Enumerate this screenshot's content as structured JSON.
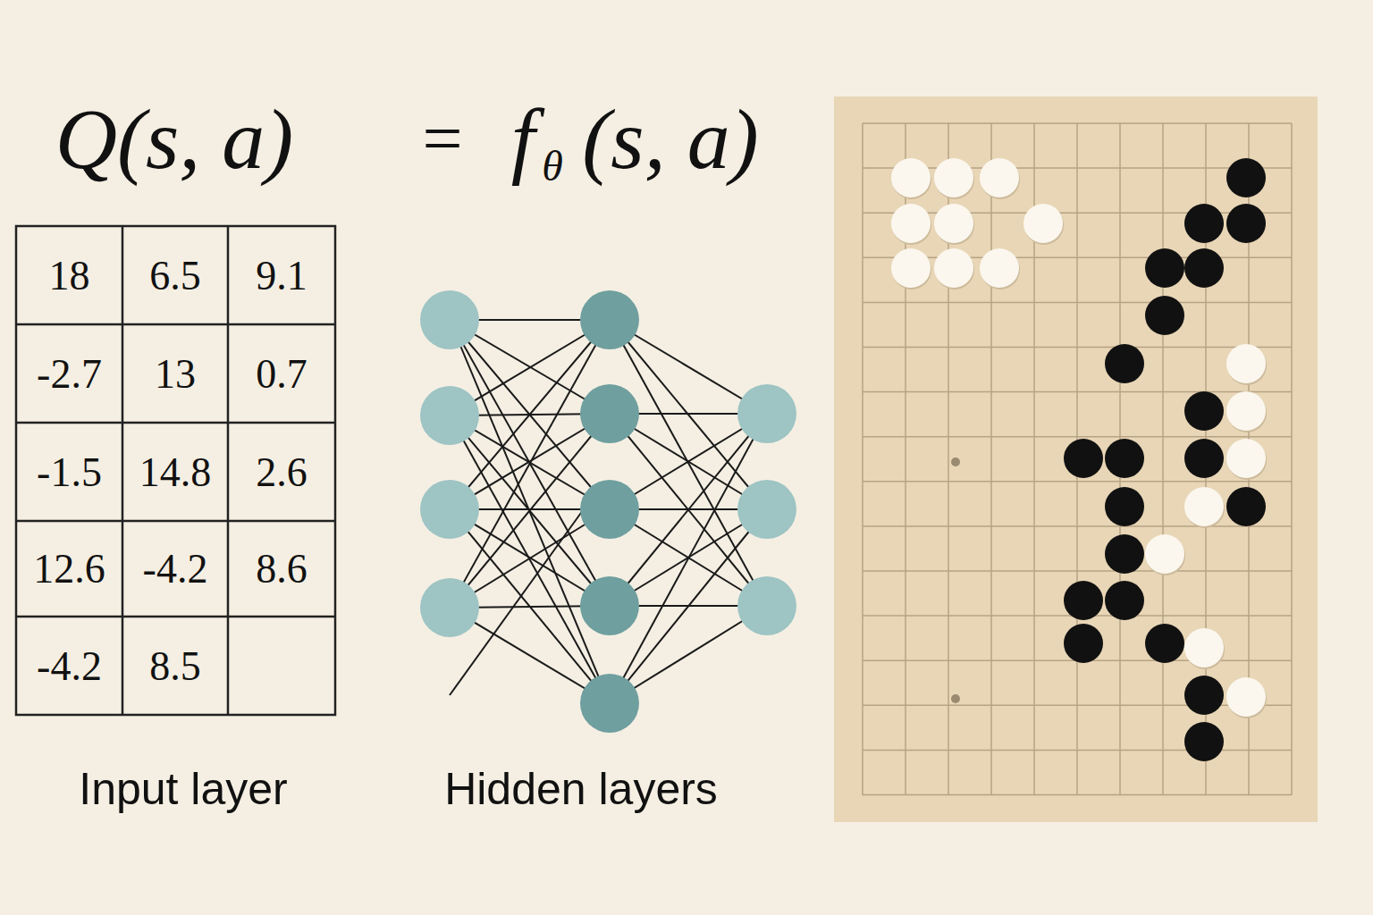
{
  "diagram": {
    "labels": [
      "Q(s, a)",
      "=",
      "f",
      "θ",
      "(s, a)",
      "18",
      "6.5",
      "9.1",
      "-2.7",
      "13",
      "0.7",
      "-1.5",
      "14.8",
      "2.6",
      "12.6",
      "-4.2",
      "8.6",
      "-4.2",
      "8.5",
      "Input layer",
      "Hidden layers"
    ]
  }
}
